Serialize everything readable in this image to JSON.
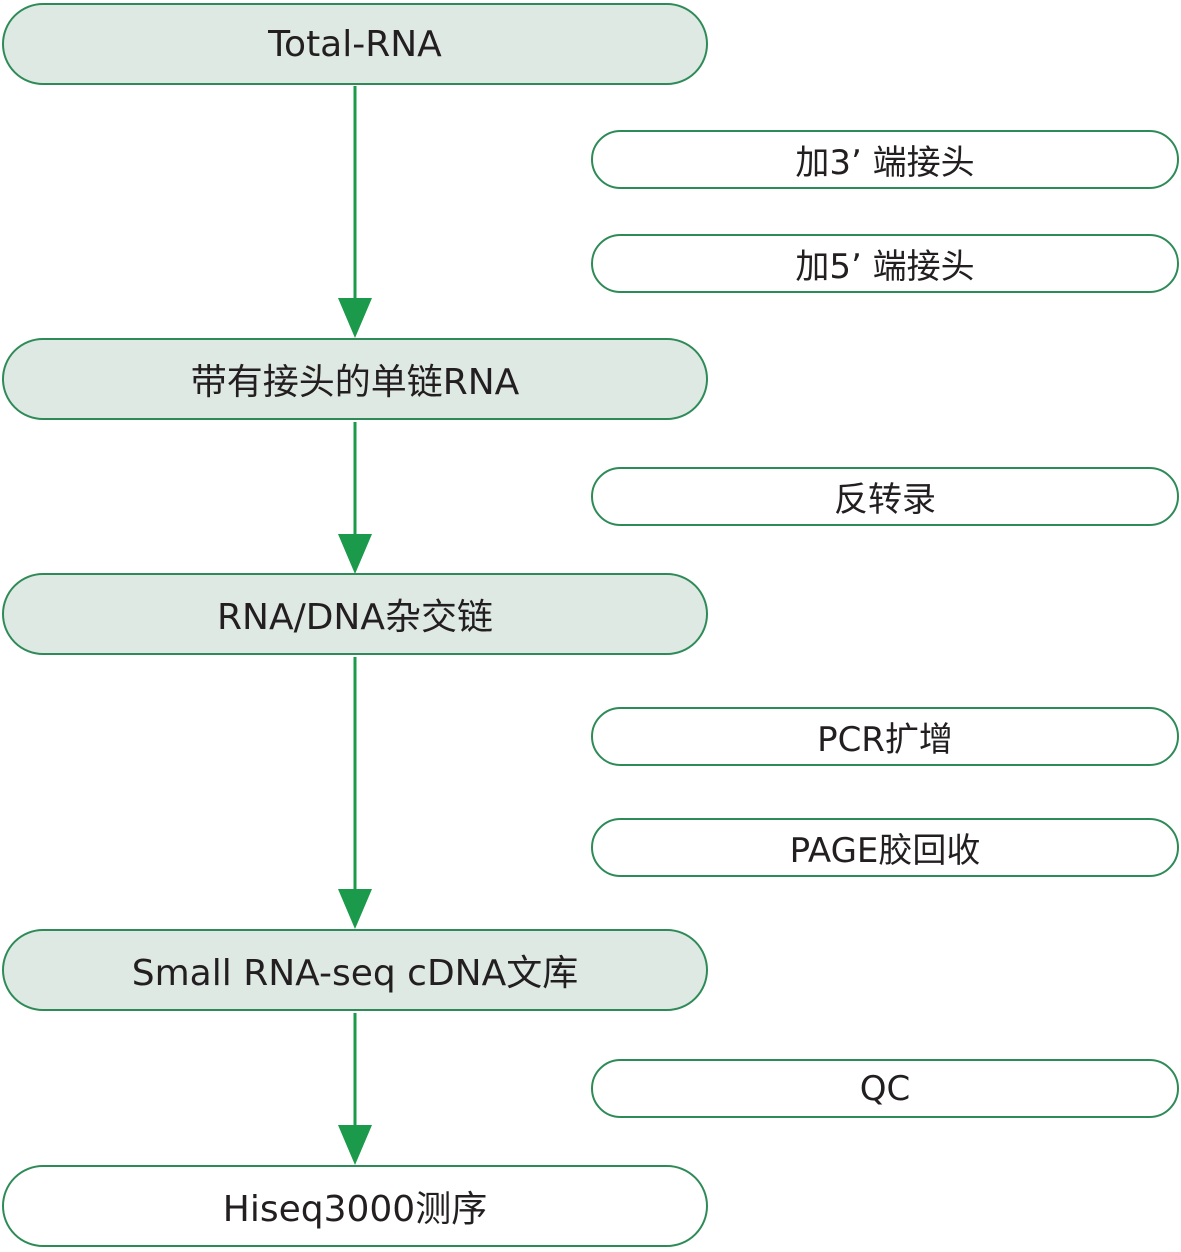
{
  "main_steps": {
    "total_rna": "Total-RNA",
    "adapter_rna": "带有接头的单链RNA",
    "hybrid": "RNA/DNA杂交链",
    "library": "Small RNA-seq cDNA文库",
    "sequencing": "Hiseq3000测序"
  },
  "side_steps": {
    "add3": "加3’ 端接头",
    "add5": "加5’ 端接头",
    "rt": "反转录",
    "pcr": "PCR扩增",
    "page": "PAGE胶回收",
    "qc": "QC"
  },
  "colors": {
    "arrow": "#1a9a4a",
    "border": "#2e8b57",
    "main_fill": "#dfe9e4"
  }
}
